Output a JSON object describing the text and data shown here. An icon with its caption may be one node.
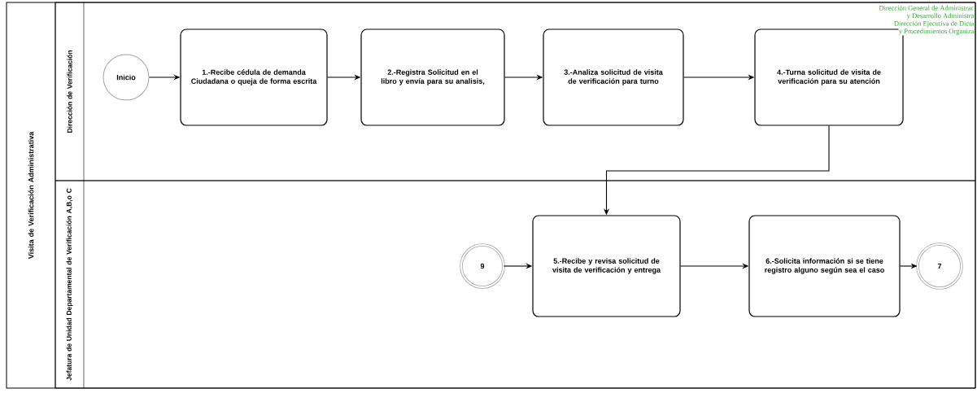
{
  "diagram": {
    "nodes": [
      {
        "text": [
          "Visita de Verificación Administrativa"
        ]
      },
      {
        "text": [
          "Dirección de Verificación"
        ],
        "in": 0
      },
      {
        "text": [
          "Jefatura de Unidad Departamental de Verificación A,B,o C"
        ],
        "in": 0
      },
      {
        "text": [
          "Inicio"
        ],
        "in": 1
      },
      {
        "text": [
          "1.-Recibe cédula de demanda Ciudadana o queja de forma escrita"
        ],
        "in": 1
      },
      {
        "text": [
          "2.-Registra Solicitud en el libro y envía para su analisis,"
        ],
        "in": 1
      },
      {
        "text": [
          "3.-Analiza solicitud de visita de verificación para turno"
        ],
        "in": 1
      },
      {
        "text": [
          "4.-Turna solicitud de visita de verificación para su atención"
        ],
        "in": 1
      },
      {
        "text": [
          "9"
        ],
        "in": 2
      },
      {
        "text": [
          "5.-Recibe y revisa solicitud de visita de verificación y entrega"
        ],
        "in": 2
      },
      {
        "text": [
          "6.-Solicita información si se tiene registro alguno según sea el caso"
        ],
        "in": 2
      },
      {
        "text": [
          "7"
        ],
        "in": 2
      }
    ],
    "edges": [
      {
        "from": 3,
        "to": 4,
        "arrow": "to"
      },
      {
        "from": 4,
        "to": 5,
        "arrow": "to"
      },
      {
        "from": 5,
        "to": 6,
        "arrow": "to"
      },
      {
        "from": 6,
        "to": 7,
        "arrow": "to"
      },
      {
        "from": 7,
        "to": 9,
        "arrow": "to"
      },
      {
        "from": 8,
        "to": 9,
        "arrow": "to"
      },
      {
        "from": 9,
        "to": 10,
        "arrow": "to"
      },
      {
        "from": 10,
        "to": 11,
        "arrow": "to"
      }
    ],
    "labels": [
      "Dirección General de Administrac",
      "y Desarrollo Administra",
      "Dirección Ejecutiva de Dicta",
      "y Procedimientos Organiza"
    ]
  }
}
